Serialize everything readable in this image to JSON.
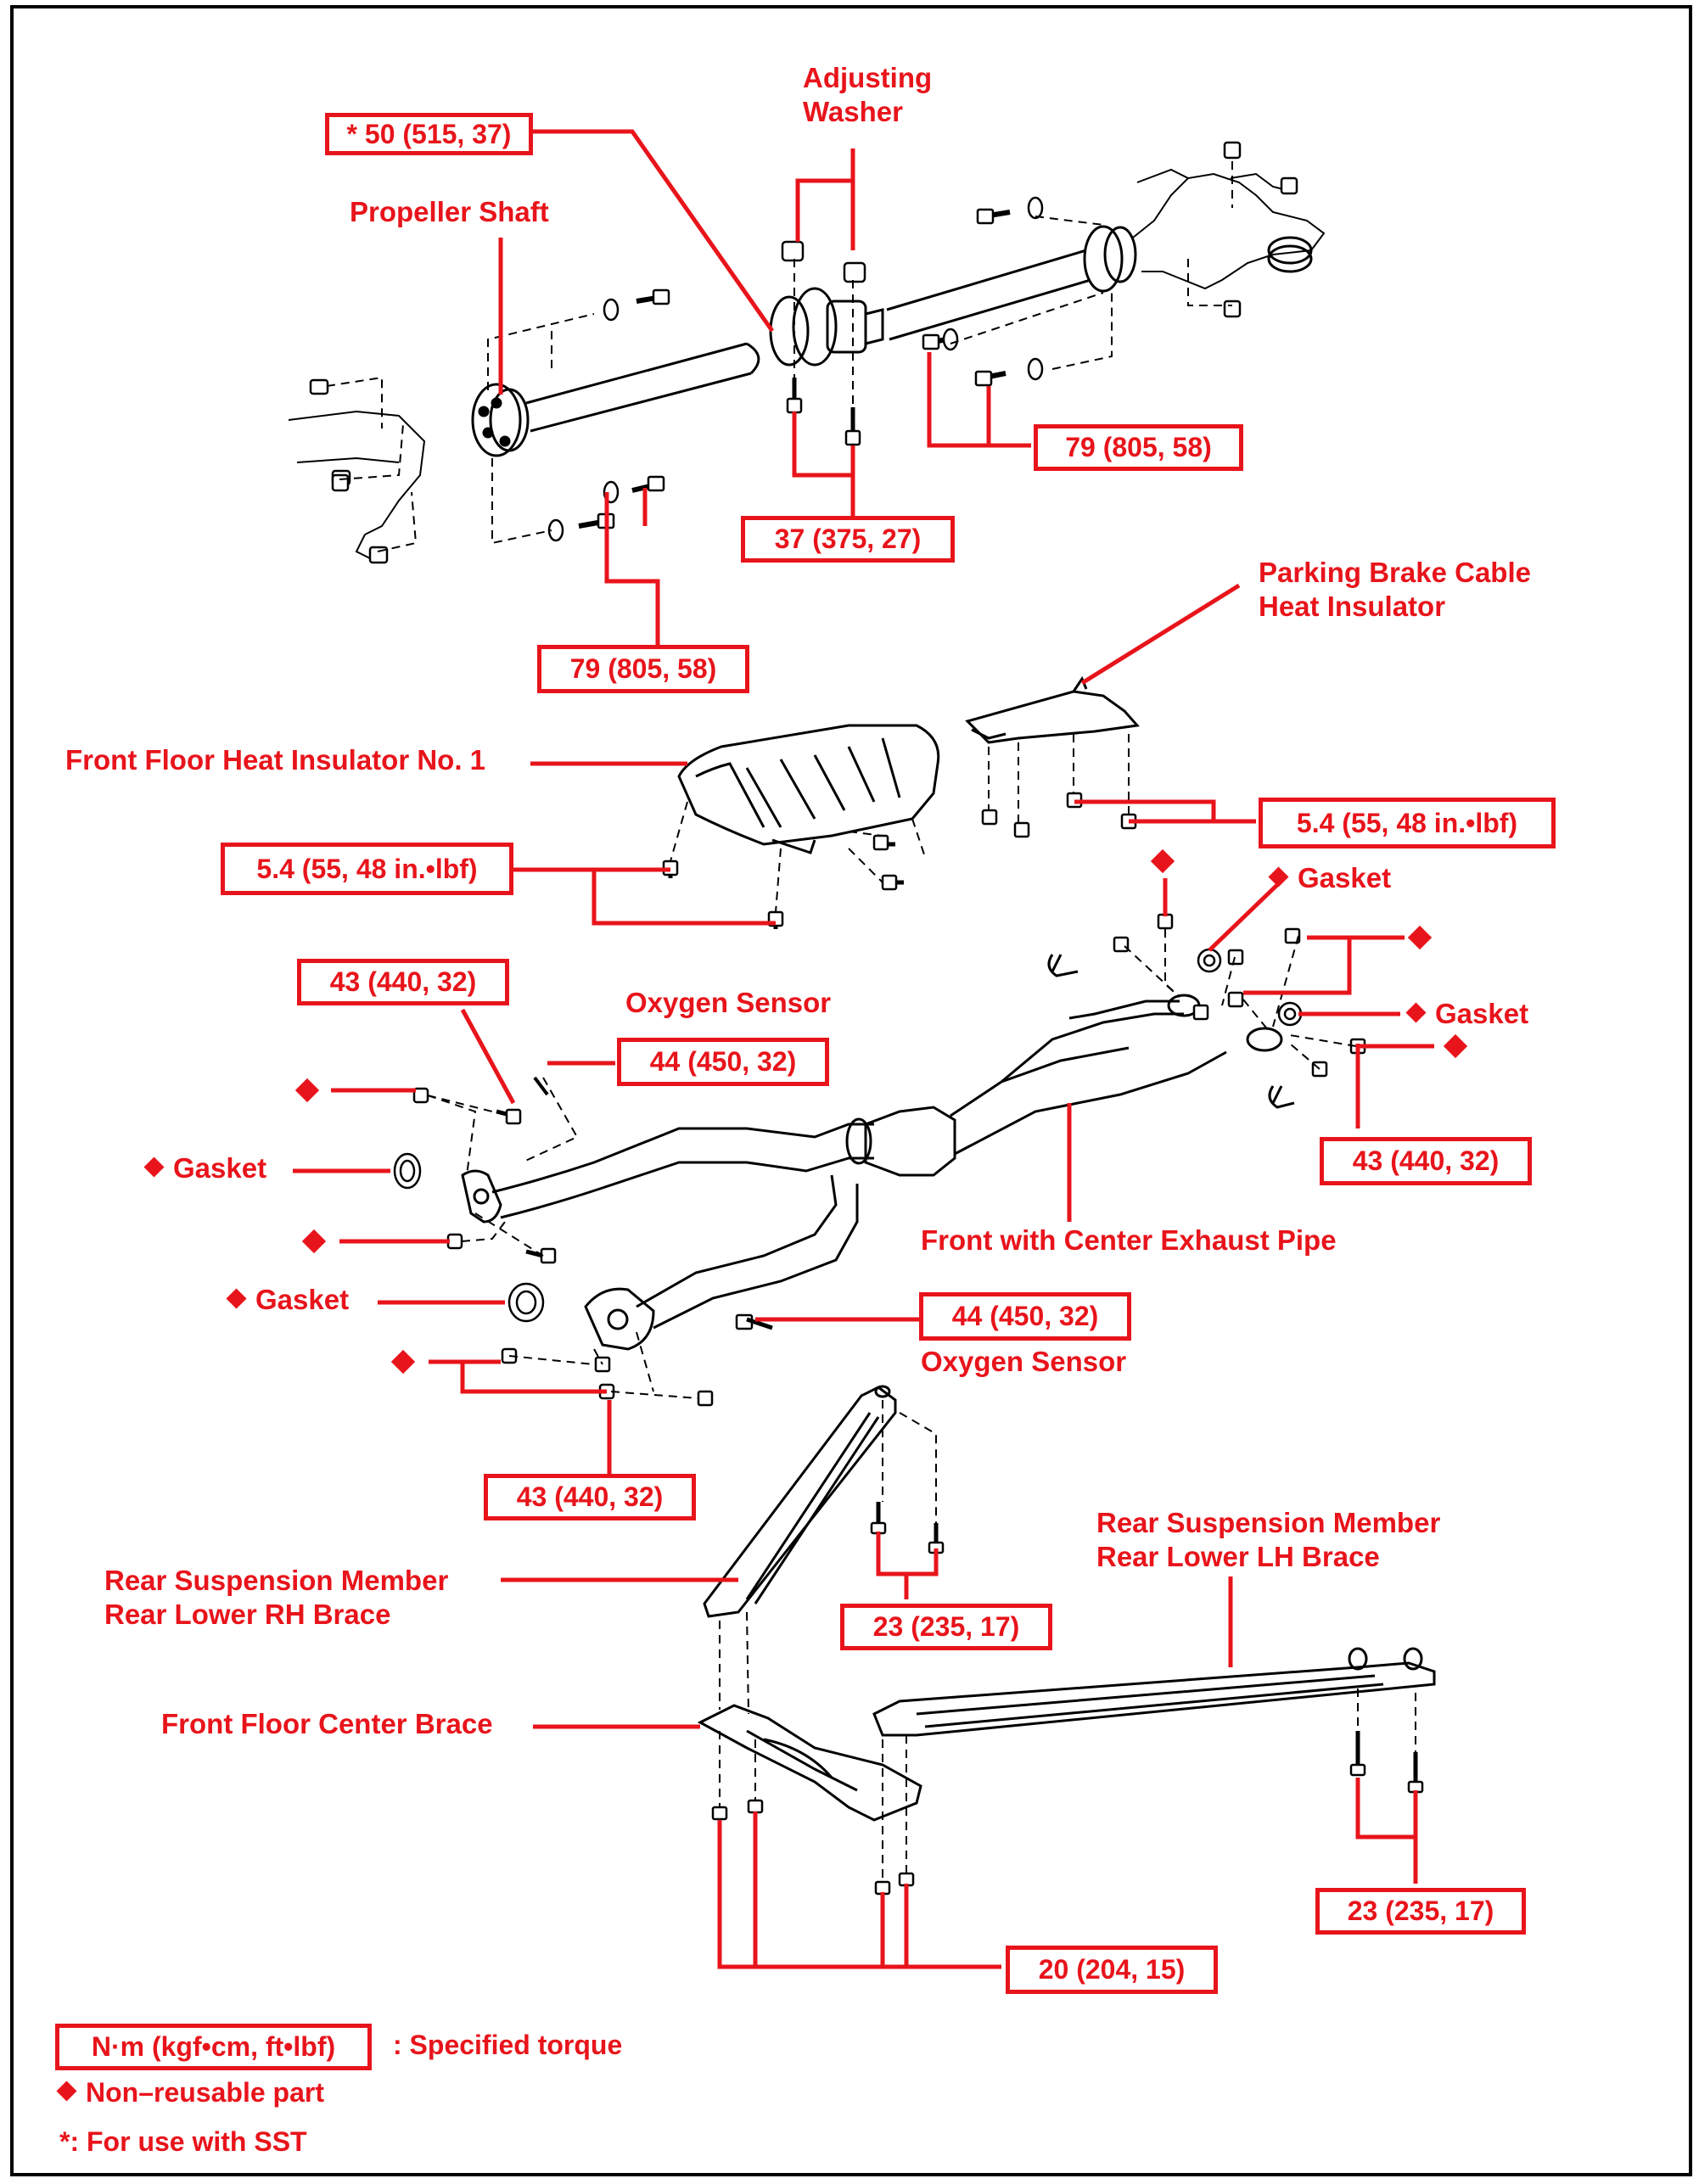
{
  "labels": {
    "adjusting_washer": [
      "Adjusting",
      "Washer"
    ],
    "propeller_shaft": "Propeller Shaft",
    "parking_brake_insulator": [
      "Parking Brake Cable",
      "Heat Insulator"
    ],
    "front_floor_insulator": "Front Floor Heat Insulator No. 1",
    "oxygen_sensor_top": "Oxygen Sensor",
    "oxygen_sensor_bottom": "Oxygen Sensor",
    "gasket": "Gasket",
    "front_center_pipe": "Front with Center Exhaust Pipe",
    "rear_lh_brace": [
      "Rear Suspension Member",
      "Rear Lower LH Brace"
    ],
    "rear_rh_brace": [
      "Rear Suspension Member",
      "Rear Lower RH Brace"
    ],
    "front_floor_center_brace": "Front Floor Center Brace"
  },
  "torques": {
    "t_50_sst": "* 50 (515, 37)",
    "t_79_right": "79 (805, 58)",
    "t_37": "37 (375, 27)",
    "t_79_left": "79 (805, 58)",
    "t_54_right": "5.4 (55, 48 in.•lbf)",
    "t_54_left": "5.4 (55, 48 in.•lbf)",
    "t_43_top_left": "43 (440, 32)",
    "t_44_top": "44 (450, 32)",
    "t_43_right": "43 (440, 32)",
    "t_44_bottom": "44 (450, 32)",
    "t_43_bottom": "43 (440, 32)",
    "t_23_mid": "23 (235, 17)",
    "t_23_right": "23 (235, 17)",
    "t_20": "20 (204, 15)"
  },
  "legend": {
    "torque_unit": "N·m (kgf•cm, ft•lbf)",
    "torque_desc": ": Specified torque",
    "nonreusable": "Non–reusable part",
    "sst_note": "*: For use with SST"
  },
  "colors": {
    "callout_red": "#e8141b",
    "drawing_black": "#000000"
  }
}
